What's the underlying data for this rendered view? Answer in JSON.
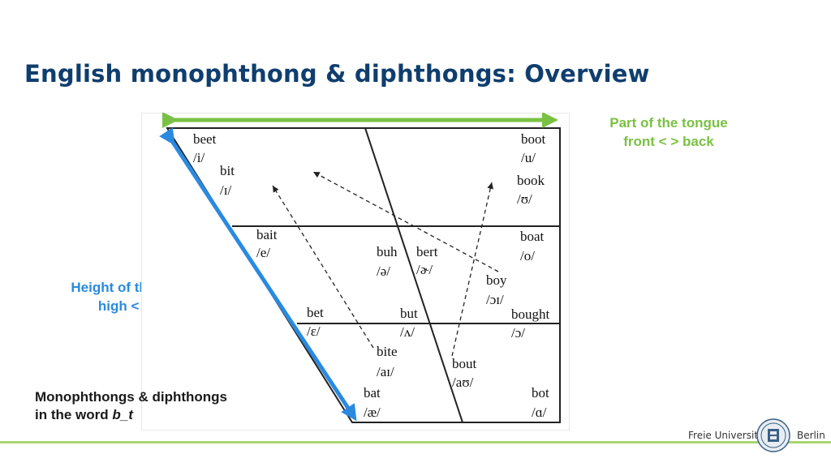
{
  "title": "English monophthong & diphthongs: Overview",
  "labels": {
    "tongue_part_line1": "Part of the tongue",
    "tongue_part_line2": "front < > back",
    "tongue_height_line1": "Height of the tongue",
    "tongue_height_line2": "high < > low",
    "word_line1": "Monophthongs & diphthongs",
    "word_line2_prefix": "in the word ",
    "word_line2_em": "b_t"
  },
  "vowels": [
    {
      "word": "beet",
      "ipa": "/i/"
    },
    {
      "word": "bit",
      "ipa": "/ɪ/"
    },
    {
      "word": "bait",
      "ipa": "/e/"
    },
    {
      "word": "bet",
      "ipa": "/ɛ/"
    },
    {
      "word": "bat",
      "ipa": "/æ/"
    },
    {
      "word": "buh",
      "ipa": "/ə/"
    },
    {
      "word": "bert",
      "ipa": "/ɚ/"
    },
    {
      "word": "but",
      "ipa": "/ʌ/"
    },
    {
      "word": "boot",
      "ipa": "/u/"
    },
    {
      "word": "book",
      "ipa": "/ʊ/"
    },
    {
      "word": "boat",
      "ipa": "/o/"
    },
    {
      "word": "bought",
      "ipa": "/ɔ/"
    },
    {
      "word": "bot",
      "ipa": "/ɑ/"
    },
    {
      "word": "bite",
      "ipa": "/aɪ/"
    },
    {
      "word": "bout",
      "ipa": "/aʊ/"
    },
    {
      "word": "boy",
      "ipa": "/ɔɪ/"
    }
  ],
  "logo": {
    "left": "Freie Universität",
    "right": "Berlin"
  },
  "colors": {
    "title": "#0f3e6e",
    "green": "#7ac143",
    "blue": "#2a8ae0",
    "footer_line": "#a8d46f"
  }
}
